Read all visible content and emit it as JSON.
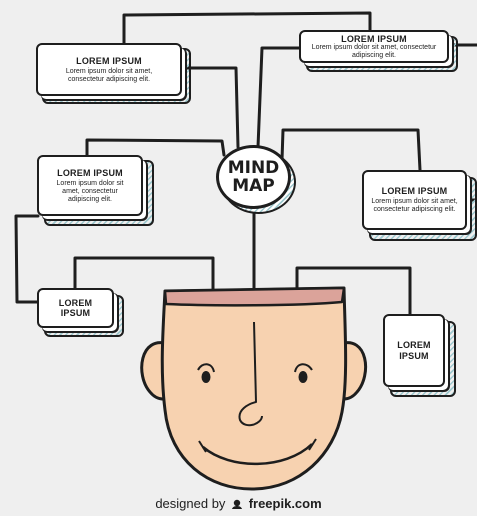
{
  "diagram": {
    "center": {
      "line1": "MIND",
      "line2": "MAP"
    },
    "boxes": [
      {
        "title": "LOREM IPSUM",
        "body": "Lorem ipsum dolor sit amet, consectetur adipiscing elit."
      },
      {
        "title": "LOREM IPSUM",
        "body": "Lorem ipsum dolor sit amet, consectetur adipiscing elit."
      },
      {
        "title": "LOREM IPSUM",
        "body": "Lorem ipsum dolor sit amet, consectetur adipiscing elit."
      },
      {
        "title": "LOREM IPSUM",
        "body": "Lorem ipsum dolor sit amet, consectetur adipiscing elit."
      },
      {
        "title": "LOREM IPSUM"
      },
      {
        "title": "LOREM IPSUM"
      }
    ]
  },
  "credit": {
    "prefix": "designed by",
    "brand": "freepik.com"
  },
  "colors": {
    "skin": "#f7d2b0",
    "head_inside": "#dba39a",
    "hatch": "#9fc9cf",
    "ink": "#1e1e1e",
    "background": "#efefef"
  }
}
